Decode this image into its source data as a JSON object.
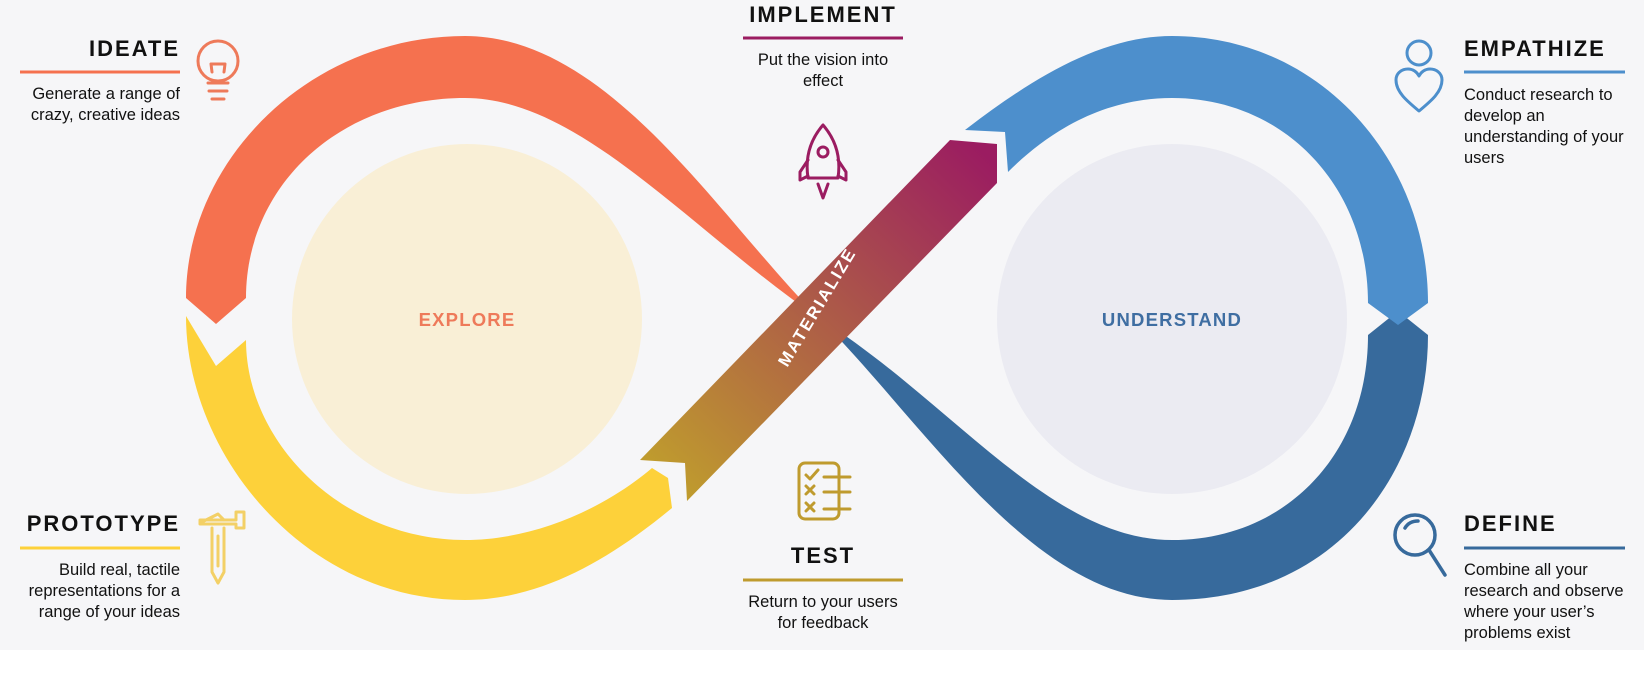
{
  "colors": {
    "background": "#f6f6f8",
    "ideate": "#f5714f",
    "prototype": "#fdd13a",
    "empathize": "#4d8fcc",
    "define": "#376a9c",
    "implement": "#9b1c61",
    "test": "#bf9b2e",
    "explore_fill": "#f9efd6",
    "understand_fill": "#ebebf2"
  },
  "circles": {
    "explore": "EXPLORE",
    "understand": "UNDERSTAND"
  },
  "band_label": "MATERIALIZE",
  "stages": {
    "ideate": {
      "title": "IDEATE",
      "lines": [
        "Generate a range of",
        "crazy, creative ideas"
      ],
      "icon": "lightbulb-icon"
    },
    "prototype": {
      "title": "PROTOTYPE",
      "lines": [
        "Build real, tactile",
        "representations for a",
        "range of your ideas"
      ],
      "icon": "hammer-icon"
    },
    "implement": {
      "title": "IMPLEMENT",
      "lines": [
        "Put the vision into",
        "effect"
      ],
      "icon": "rocket-icon"
    },
    "test": {
      "title": "TEST",
      "lines": [
        "Return to your users",
        "for feedback"
      ],
      "icon": "checklist-icon"
    },
    "empathize": {
      "title": "EMPATHIZE",
      "lines": [
        "Conduct research to",
        "develop an",
        "understanding of your",
        "users"
      ],
      "icon": "person-heart-icon"
    },
    "define": {
      "title": "DEFINE",
      "lines": [
        "Combine all your",
        "research and observe",
        "where your user’s",
        "problems exist"
      ],
      "icon": "magnifier-icon"
    }
  }
}
